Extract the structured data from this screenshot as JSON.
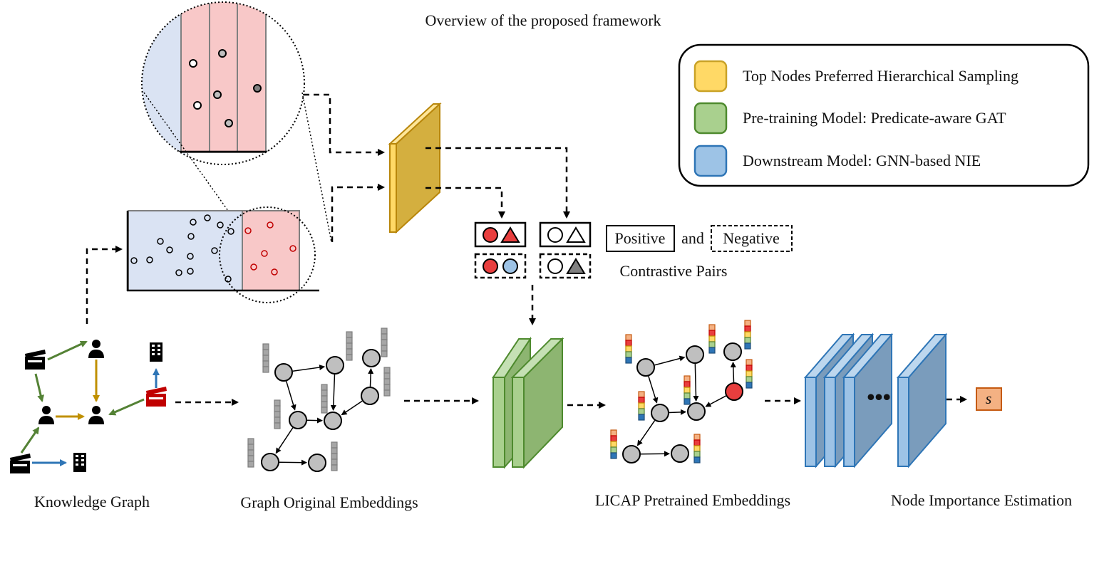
{
  "title": "Overview of the proposed framework",
  "legend": [
    {
      "label": "Top Nodes Preferred Hierarchical Sampling",
      "color": "#FFD966",
      "border": "#C9A227"
    },
    {
      "label": "Pre-training  Model: Predicate-aware GAT",
      "color": "#A9D08E",
      "border": "#4E8A2E"
    },
    {
      "label": "Downstream Model: GNN-based NIE",
      "color": "#9DC3E6",
      "border": "#2E75B6"
    }
  ],
  "pairs": {
    "positive": "Positive",
    "and": "and",
    "negative": "Negative",
    "caption": "Contrastive Pairs"
  },
  "stages": {
    "kg": "Knowledge Graph",
    "orig": "Graph Original Embeddings",
    "licap": "LICAP Pretrained Embeddings",
    "nie": "Node Importance Estimation"
  },
  "score_symbol": "s",
  "colors": {
    "sampler_front": "#FFD966",
    "sampler_side": "#D4AF3F",
    "gat_front": "#A9D08E",
    "gat_back": "#8DB571",
    "nie_front": "#9DC3E6",
    "nie_back": "#7A9CBC",
    "dist_blue": "#DAE3F3",
    "dist_red": "#F8C8C8",
    "node_gray": "#BFBFBF",
    "node_red": "#E83E3E",
    "edge_green": "#548235",
    "edge_gold": "#C09000",
    "edge_blue": "#2E75B6",
    "score_box": "#F4B183"
  }
}
